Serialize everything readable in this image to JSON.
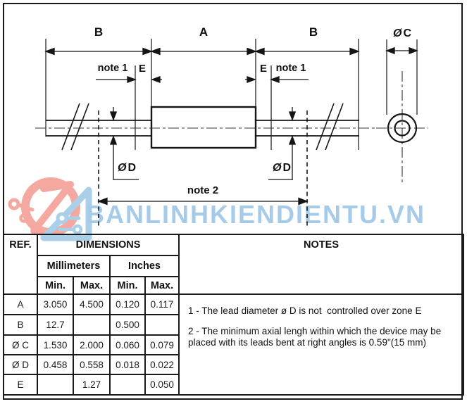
{
  "drawing": {
    "labels": {
      "b_left": "B",
      "a": "A",
      "b_right": "B",
      "note1_left": "note 1",
      "note1_right": "note 1",
      "e_left": "E",
      "e_right": "E",
      "phi": "Ø",
      "c": "C",
      "d": "D",
      "note2": "note 2"
    }
  },
  "watermark": {
    "text": "BANLINHKIENDIENTU.VN",
    "text_color": "#a6cbe9",
    "logo_pink": "#f4a89f",
    "logo_blue": "#a9cfe9"
  },
  "table": {
    "ref_header": "REF.",
    "dimensions_header": "DIMENSIONS",
    "millimeters_header": "Millimeters",
    "inches_header": "Inches",
    "min_label": "Min.",
    "max_label": "Max.",
    "rows": [
      {
        "ref": "A",
        "mm_min": "3.050",
        "mm_max": "4.500",
        "in_min": "0.120",
        "in_max": "0.117"
      },
      {
        "ref": "B",
        "mm_min": "12.7",
        "mm_max": "",
        "in_min": "0.500",
        "in_max": ""
      },
      {
        "ref": "Ø C",
        "mm_min": "1.530",
        "mm_max": "2.000",
        "in_min": "0.060",
        "in_max": "0.079"
      },
      {
        "ref": "Ø D",
        "mm_min": "0.458",
        "mm_max": "0.558",
        "in_min": "0.018",
        "in_max": "0.022"
      },
      {
        "ref": "E",
        "mm_min": "",
        "mm_max": "1.27",
        "in_min": "",
        "in_max": "0.050"
      }
    ]
  },
  "notes": {
    "header": "NOTES",
    "note1": "1 - The lead diameter ø D is not  controlled over zone E",
    "note2": "2 - The minimum axial lengh within which the device may be placed with its leads bent at right angles is 0.59\"(15 mm)"
  }
}
